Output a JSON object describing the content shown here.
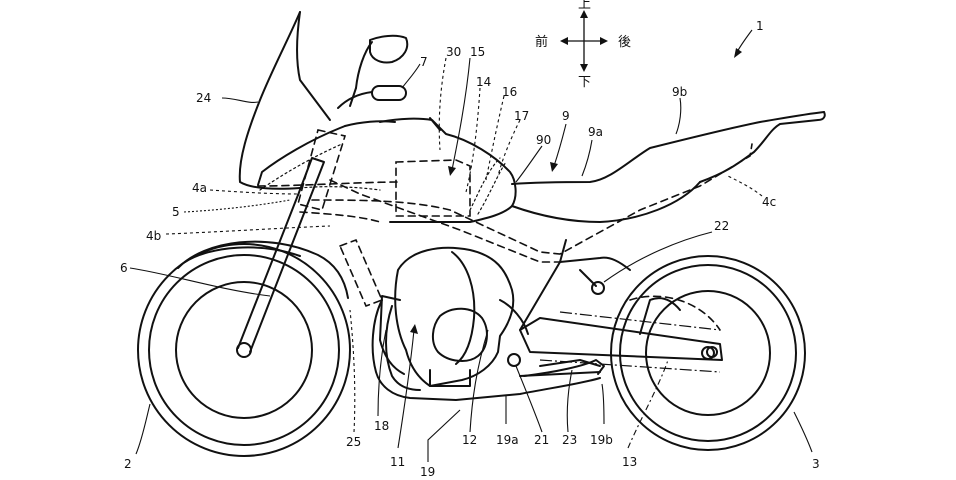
{
  "orientation": {
    "up": "上",
    "front": "前",
    "rear": "後",
    "down": "下"
  },
  "labels": {
    "ref_1": "1",
    "ref_2": "2",
    "ref_3": "3",
    "ref_4a": "4a",
    "ref_4b": "4b",
    "ref_4c": "4c",
    "ref_5": "5",
    "ref_6": "6",
    "ref_7": "7",
    "ref_9": "9",
    "ref_9a": "9a",
    "ref_9b": "9b",
    "ref_11": "11",
    "ref_12": "12",
    "ref_13": "13",
    "ref_14": "14",
    "ref_15": "15",
    "ref_16": "16",
    "ref_17": "17",
    "ref_18": "18",
    "ref_19": "19",
    "ref_19a": "19a",
    "ref_19b": "19b",
    "ref_21": "21",
    "ref_22": "22",
    "ref_23": "23",
    "ref_24": "24",
    "ref_25": "25",
    "ref_30": "30",
    "ref_90": "90"
  }
}
